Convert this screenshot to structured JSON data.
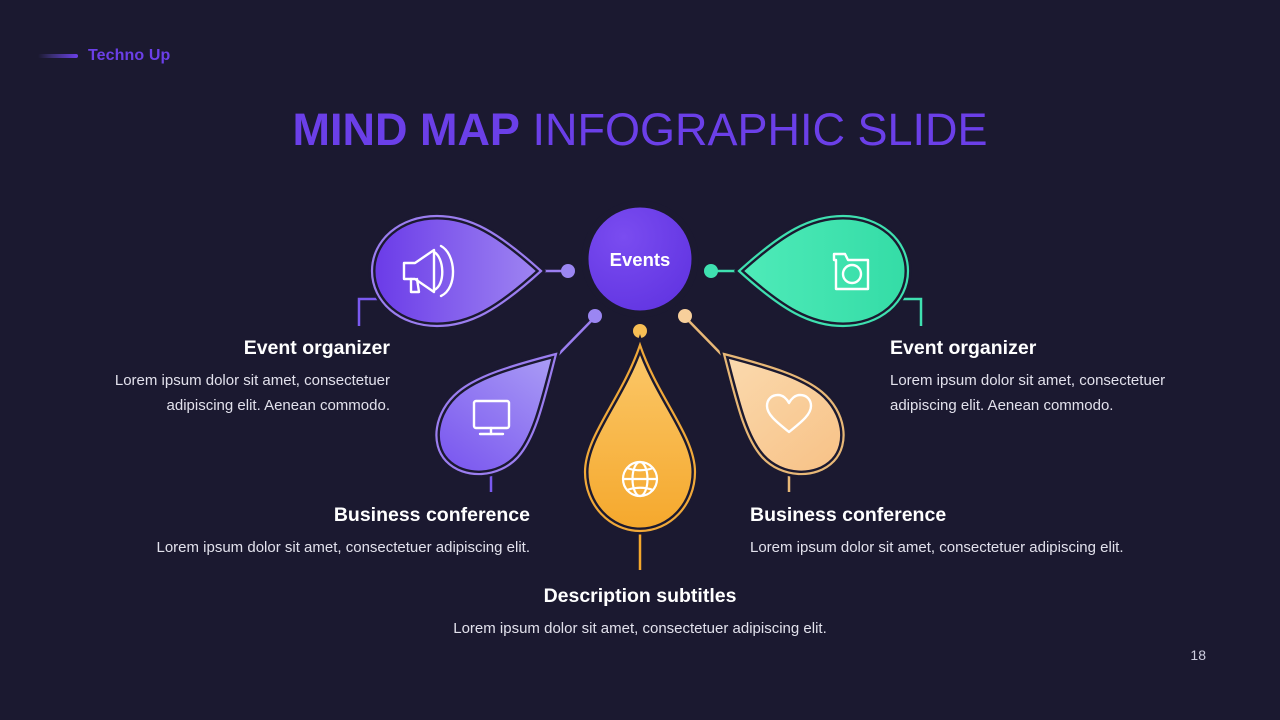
{
  "brand": {
    "name": "Techno Up",
    "accent": "#6b3fe8"
  },
  "title": {
    "strong": "MIND MAP",
    "light": " INFOGRAPHIC SLIDE"
  },
  "center_node": {
    "label": "Events",
    "color": "#6b3fe8"
  },
  "nodes": [
    {
      "id": "megaphone",
      "icon": "megaphone-icon",
      "color": "#7b4ae8",
      "stroke": "#9b7ef0"
    },
    {
      "id": "camera",
      "icon": "camera-icon",
      "color": "#3fe0b0",
      "stroke": "#3fe0b0"
    },
    {
      "id": "monitor",
      "icon": "monitor-icon",
      "color": "#8f7bf0",
      "stroke": "#9b7ef0"
    },
    {
      "id": "globe",
      "icon": "globe-icon",
      "color": "#f7b33c",
      "stroke": "#f0a93a"
    },
    {
      "id": "heart",
      "icon": "heart-icon",
      "color": "#f8cb96",
      "stroke": "#e8b877"
    }
  ],
  "blocks": {
    "left": {
      "heading": "Event organizer",
      "body": "Lorem ipsum dolor sit amet, consectetuer adipiscing elit. Aenean commodo."
    },
    "right": {
      "heading": "Event organizer",
      "body": "Lorem ipsum dolor sit amet, consectetuer adipiscing elit. Aenean commodo."
    },
    "bottom_left": {
      "heading": "Business conference",
      "body": "Lorem ipsum dolor sit amet, consectetuer adipiscing elit."
    },
    "bottom_right": {
      "heading": "Business conference",
      "body": "Lorem ipsum dolor sit amet, consectetuer adipiscing elit."
    },
    "bottom_center": {
      "heading": "Description subtitles",
      "body": "Lorem ipsum dolor sit amet, consectetuer adipiscing elit."
    }
  },
  "page_number": "18"
}
